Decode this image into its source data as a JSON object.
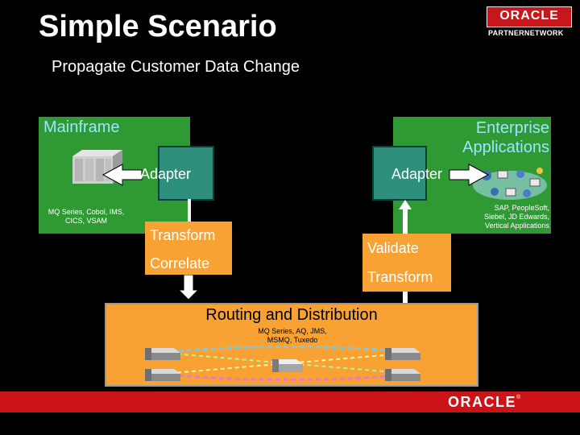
{
  "slide": {
    "title": "Simple Scenario",
    "subtitle": "Propagate Customer Data Change"
  },
  "branding": {
    "logo_text": "ORACLE",
    "partner_text": "PARTNERNETWORK",
    "footer_logo": "ORACLE",
    "footer_tm": "®"
  },
  "diagram": {
    "mainframe": {
      "label": "Mainframe",
      "caption_line1": "MQ Series, Cobol, IMS,",
      "caption_line2": "CICS, VSAM"
    },
    "enterprise": {
      "label_line1": "Enterprise",
      "label_line2": "Applications",
      "caption_line1": "SAP, PeopleSoft,",
      "caption_line2": "Siebel, JD Edwards,",
      "caption_line3": "Vertical Applications"
    },
    "adapter_left": "Adapter",
    "adapter_right": "Adapter",
    "left_stage": {
      "transform": "Transform",
      "correlate": "Correlate"
    },
    "right_stage": {
      "validate": "Validate",
      "transform": "Transform"
    },
    "routing": {
      "label": "Routing and Distribution",
      "caption_line1": "MQ Series, AQ, JMS,",
      "caption_line2": "MSMQ, Tuxedo"
    }
  },
  "colors": {
    "background": "#000000",
    "system_box": "#2f9a34",
    "adapter": "#2f8f7d",
    "process_box": "#f7a233",
    "label_blue": "#9fe3ff",
    "brand_red": "#cc1418"
  }
}
